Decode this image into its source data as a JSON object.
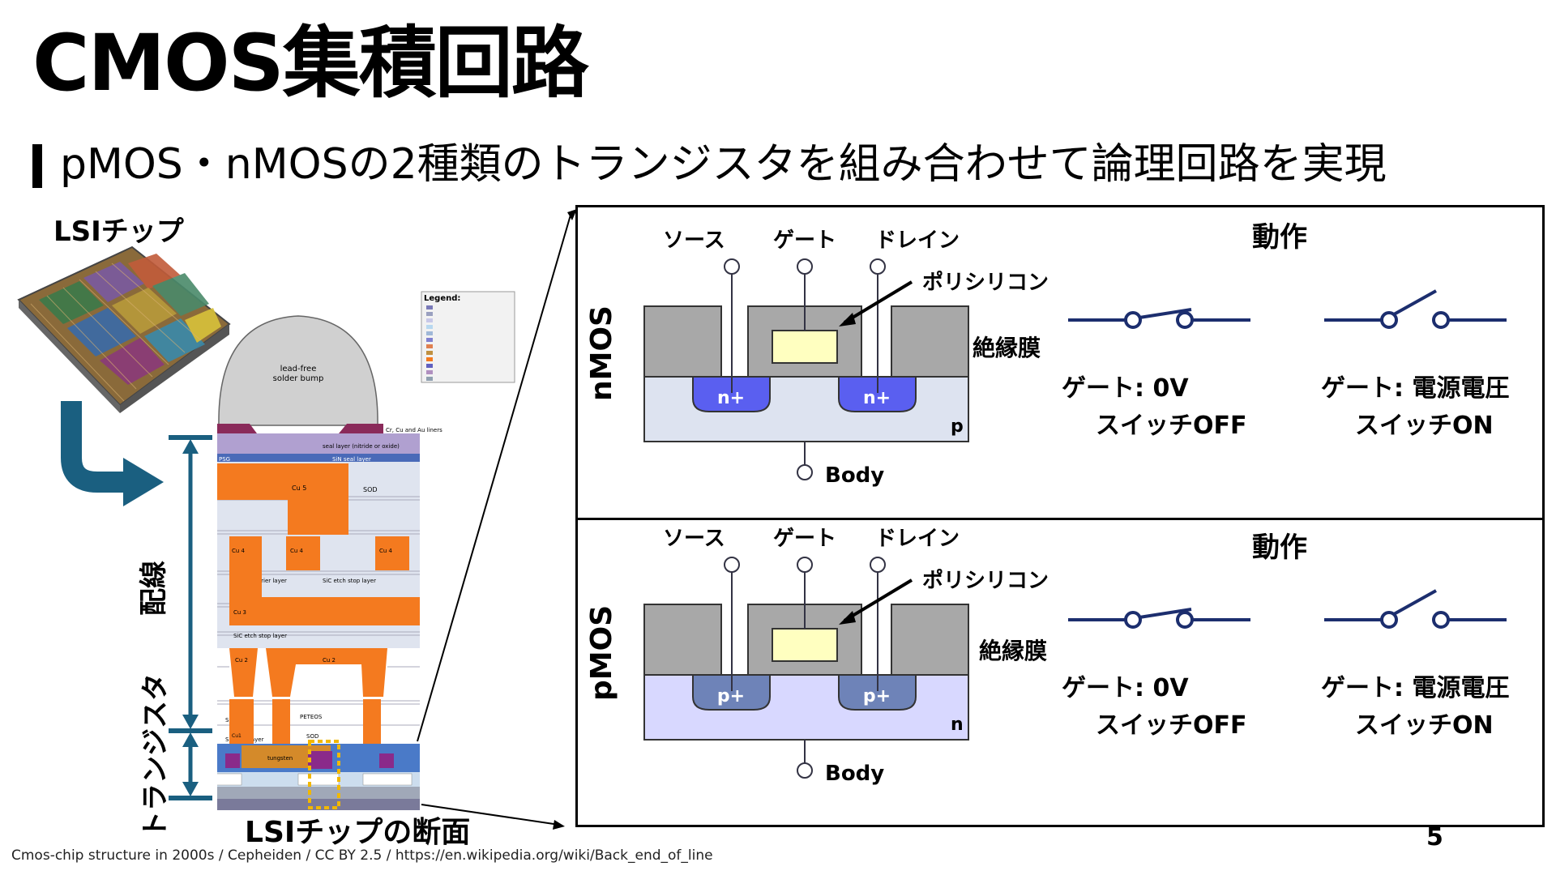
{
  "title": "CMOS集積回路",
  "subtitle": "pMOS・nMOSの2種類のトランジスタを組み合わせて論理回路を実現",
  "chip_label": "LSIチップ",
  "cross_section_label": "LSIチップの断面",
  "wiring_label": "配線",
  "transistor_label": "トランジスタ",
  "credit": "Cmos-chip structure in 2000s / Cepheiden / CC BY 2.5 / https://en.wikipedia.org/wiki/Back_end_of_line",
  "page_number": "5",
  "cross_section": {
    "legend_title": "Legend:",
    "bump_label_1": "lead-free",
    "bump_label_2": "solder bump",
    "liners": "Cr, Cu and Au liners",
    "seal": "seal layer (nitride or oxide)",
    "psg": "PSG",
    "sin_seal": "SiN seal layer",
    "cu5a": "Cu 5",
    "sod1": "SOD",
    "cu4a": "Cu 4",
    "cu4b": "Cu 4",
    "cu4c": "Cu 4",
    "tatan": "Ta/TaN barrier layer",
    "sic1": "SiC etch stop layer",
    "cu3": "Cu 3",
    "sic2": "SiC etch stop layer",
    "cu2a": "Cu 2",
    "cu2b": "Cu 2",
    "sod2": "SOD",
    "peteos": "PETEOS",
    "sod3": "SOD",
    "sic_seal": "SiC seal layer",
    "cu1": "Cu1",
    "tungsten": "tungsten"
  },
  "nmos": {
    "side_label": "nMOS",
    "source": "ソース",
    "gate": "ゲート",
    "drain": "ドレイン",
    "poly": "ポリシリコン",
    "insulator": "絶縁膜",
    "left_region": "n+",
    "right_region": "n+",
    "substrate": "p",
    "body": "Body",
    "operation": "動作",
    "gate_0v": "ゲート: 0V",
    "switch_off": "スイッチOFF",
    "gate_vdd": "ゲート: 電源電圧",
    "switch_on": "スイッチON"
  },
  "pmos": {
    "side_label": "pMOS",
    "source": "ソース",
    "gate": "ゲート",
    "drain": "ドレイン",
    "poly": "ポリシリコン",
    "insulator": "絶縁膜",
    "left_region": "p+",
    "right_region": "p+",
    "substrate": "n",
    "body": "Body",
    "operation": "動作",
    "gate_0v": "ゲート: 0V",
    "switch_off": "スイッチOFF",
    "gate_vdd": "ゲート: 電源電圧",
    "switch_on": "スイッチON"
  },
  "colors": {
    "orange": "#f47a1f",
    "arrow_blue": "#1a5f80",
    "switch_blue": "#1c2e6e",
    "n_region": "#5a5ff0",
    "p_region": "#6e83b8",
    "p_substrate": "#dde3f0",
    "n_substrate": "#d8d8ff",
    "gray_oxide": "#a8a8a8",
    "poly": "#ffffc0"
  }
}
